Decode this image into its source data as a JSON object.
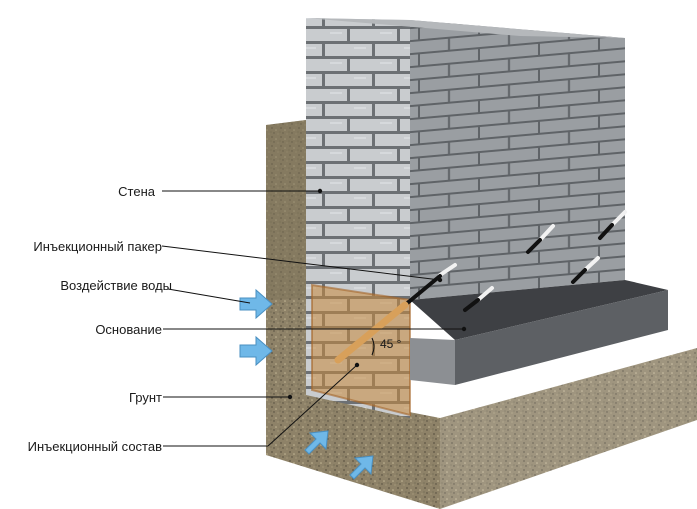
{
  "labels": {
    "wall": "Стена",
    "packer": "Инъекционный пакер",
    "water": "Воздействие воды",
    "foundation": "Основание",
    "soil": "Грунт",
    "injection": "Инъекционный состав",
    "angle": "45 °"
  },
  "colors": {
    "brick_front": "#c9cccf",
    "brick_side": "#9a9ea2",
    "mortar": "#6c7074",
    "slab_top": "#3e4044",
    "slab_front": "#8c8f93",
    "slab_side": "#5d6064",
    "soil": "#8e8268",
    "stain": "#c98a3e",
    "arrow": "#6fb8e8"
  }
}
